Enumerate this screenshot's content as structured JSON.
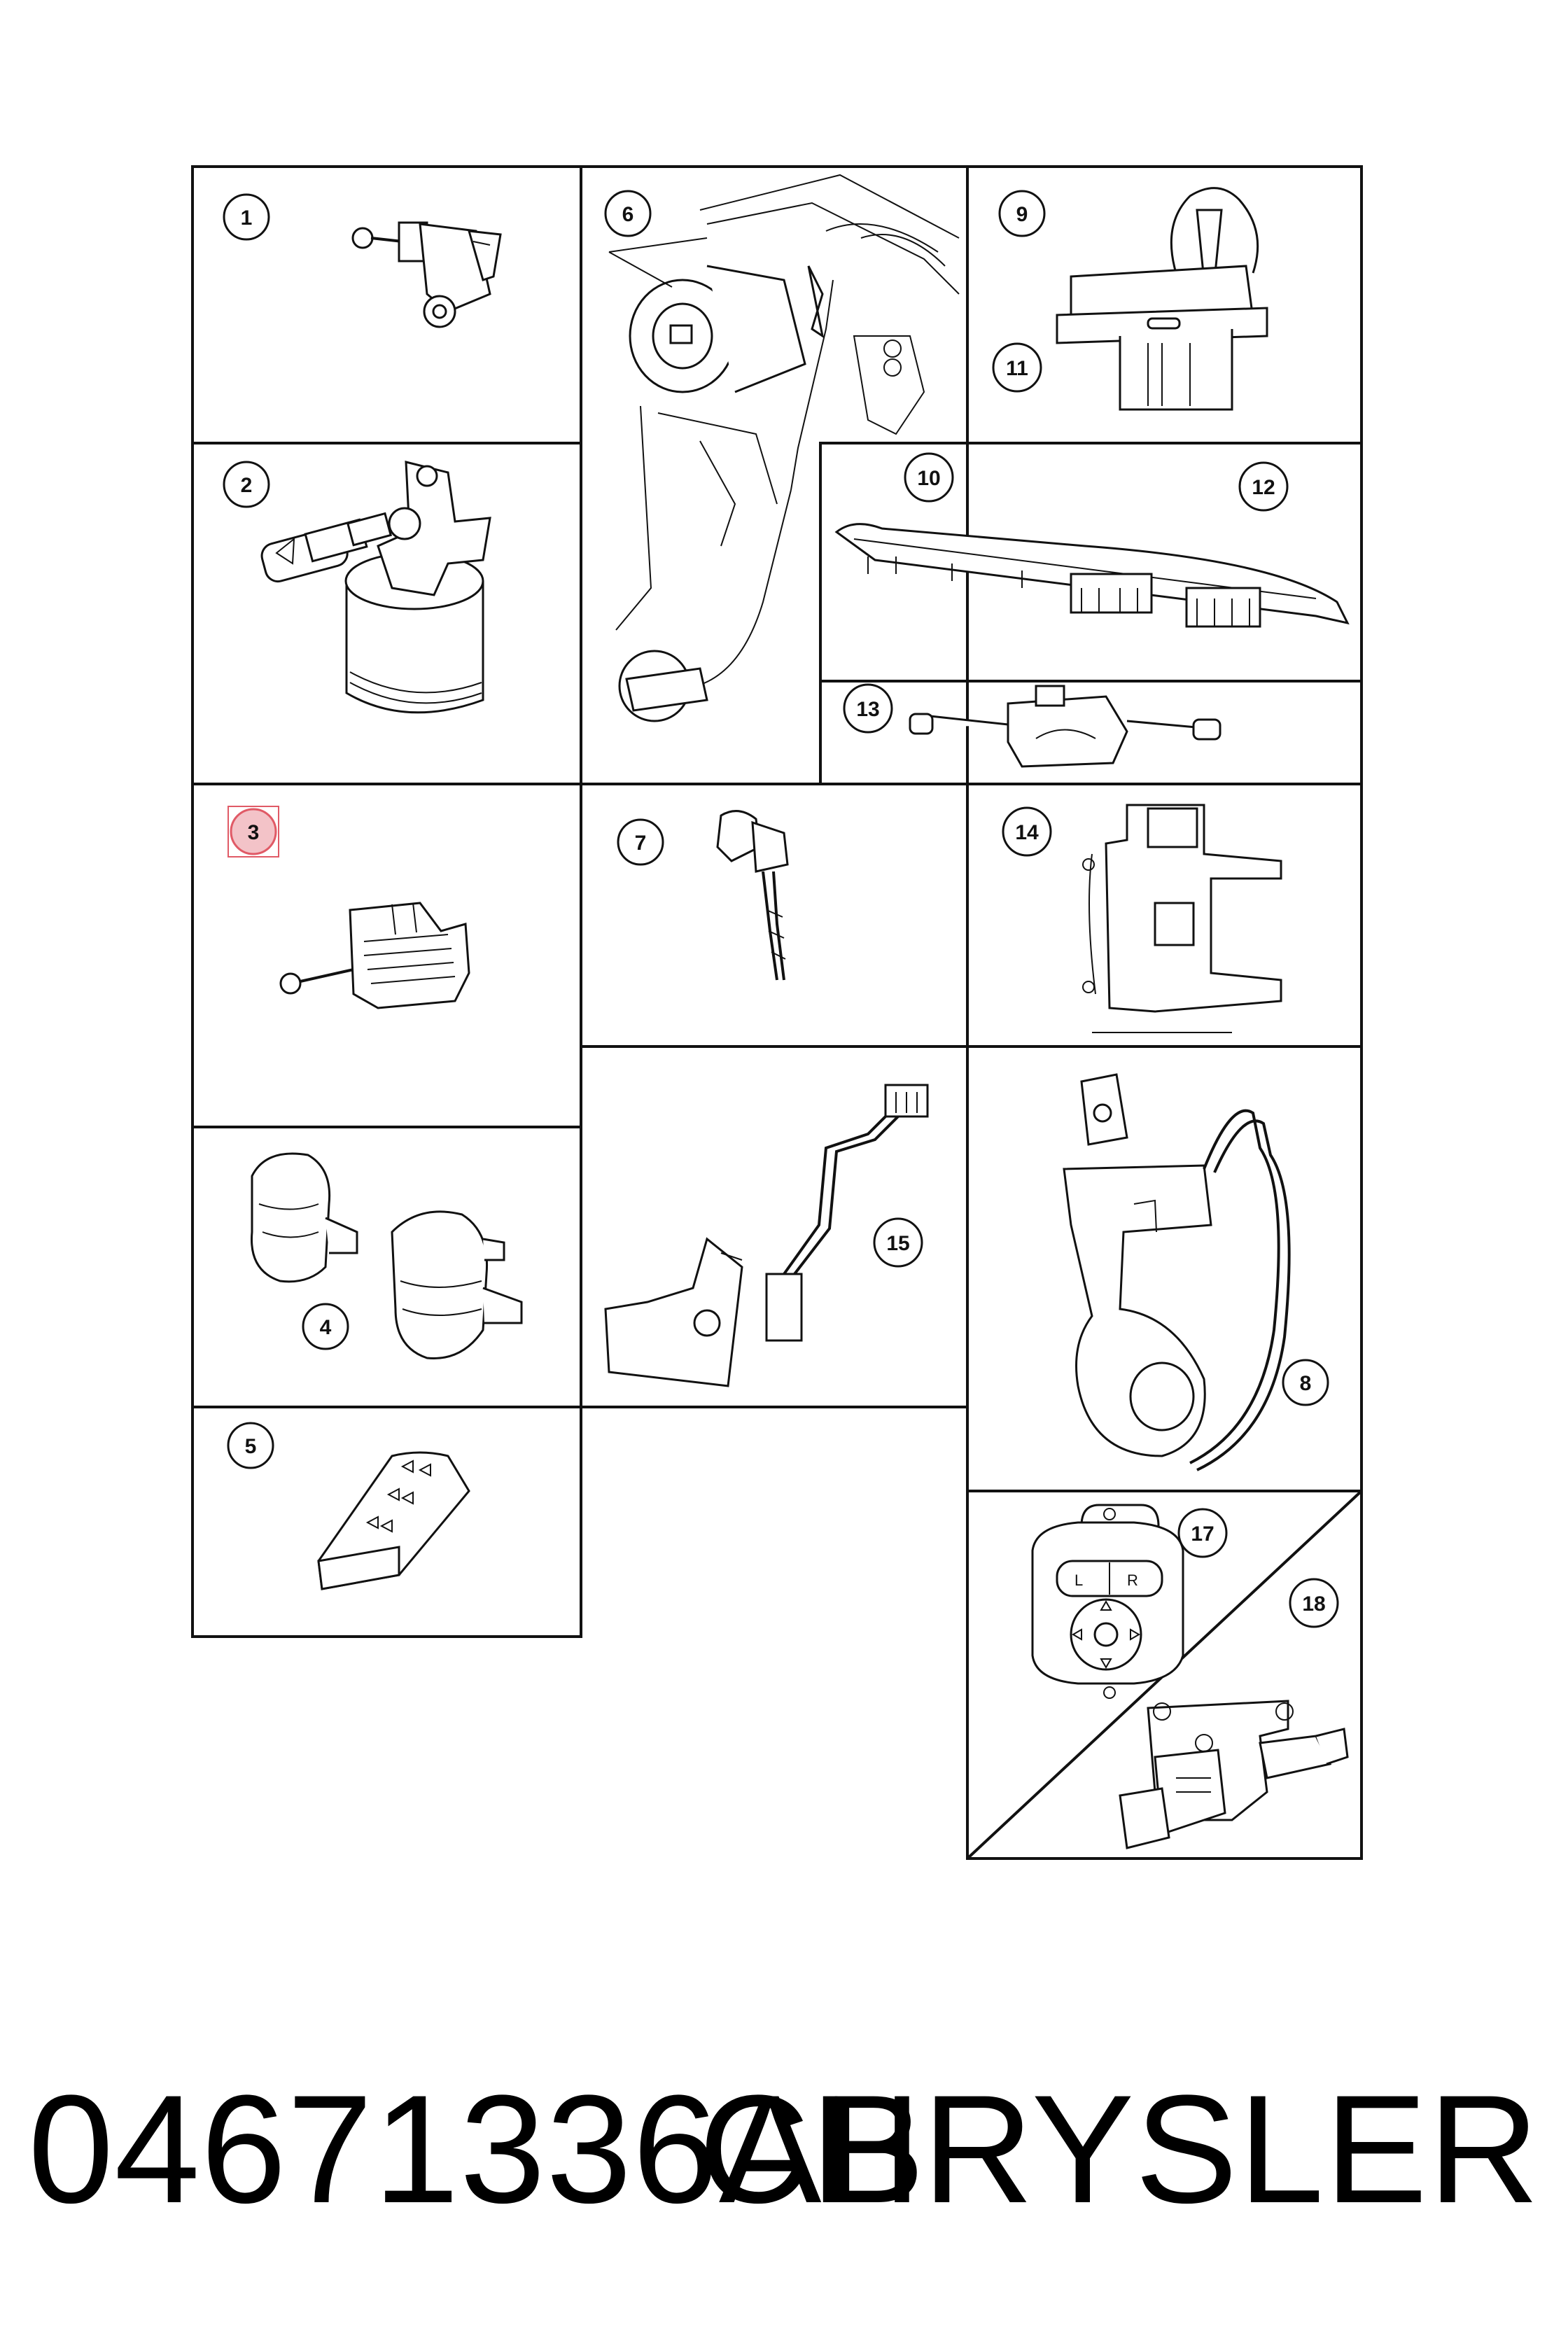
{
  "footer": {
    "part_number": "04671336AB",
    "brand": "CHRYSLER"
  },
  "colors": {
    "line": "#111111",
    "highlight_fill": "#f3c3c8",
    "highlight_stroke": "#e05a66"
  },
  "callouts": {
    "c1": "1",
    "c2": "2",
    "c3": "3",
    "c4": "4",
    "c5": "5",
    "c6": "6",
    "c7": "7",
    "c8": "8",
    "c9": "9",
    "c10": "10",
    "c11": "11",
    "c12": "12",
    "c13": "13",
    "c14": "14",
    "c15": "15",
    "c17": "17",
    "c18": "18"
  }
}
